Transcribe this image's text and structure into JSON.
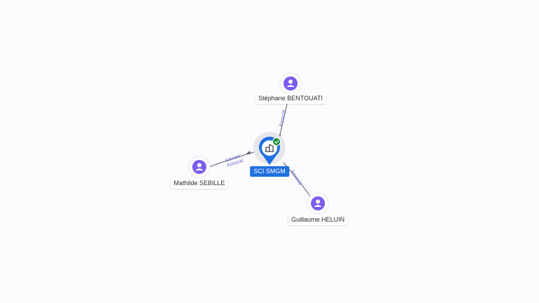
{
  "colors": {
    "edge": "#5a5a6a",
    "edge_label": "#6b6bd0",
    "person_icon": "#7b5cf0",
    "company_pin": "#1f6fe0",
    "company_label_bg": "#1f6fe0",
    "check_badge": "#1e8e3e"
  },
  "company": {
    "label": "SCI SMGM",
    "icon": "building-icon",
    "status_icon": "check-badge-icon"
  },
  "persons": [
    {
      "id": "stephane",
      "label": "Stéphane BENTOUATI",
      "icon": "person-icon",
      "relations": [
        "Associé"
      ]
    },
    {
      "id": "mathilde",
      "label": "Mathilde SEBILLE",
      "icon": "person-icon",
      "relations": [
        "Gérant",
        "Associé"
      ]
    },
    {
      "id": "guillaume",
      "label": "Guillaume HELUIN",
      "icon": "person-icon",
      "relations": [
        "Associé"
      ]
    }
  ]
}
